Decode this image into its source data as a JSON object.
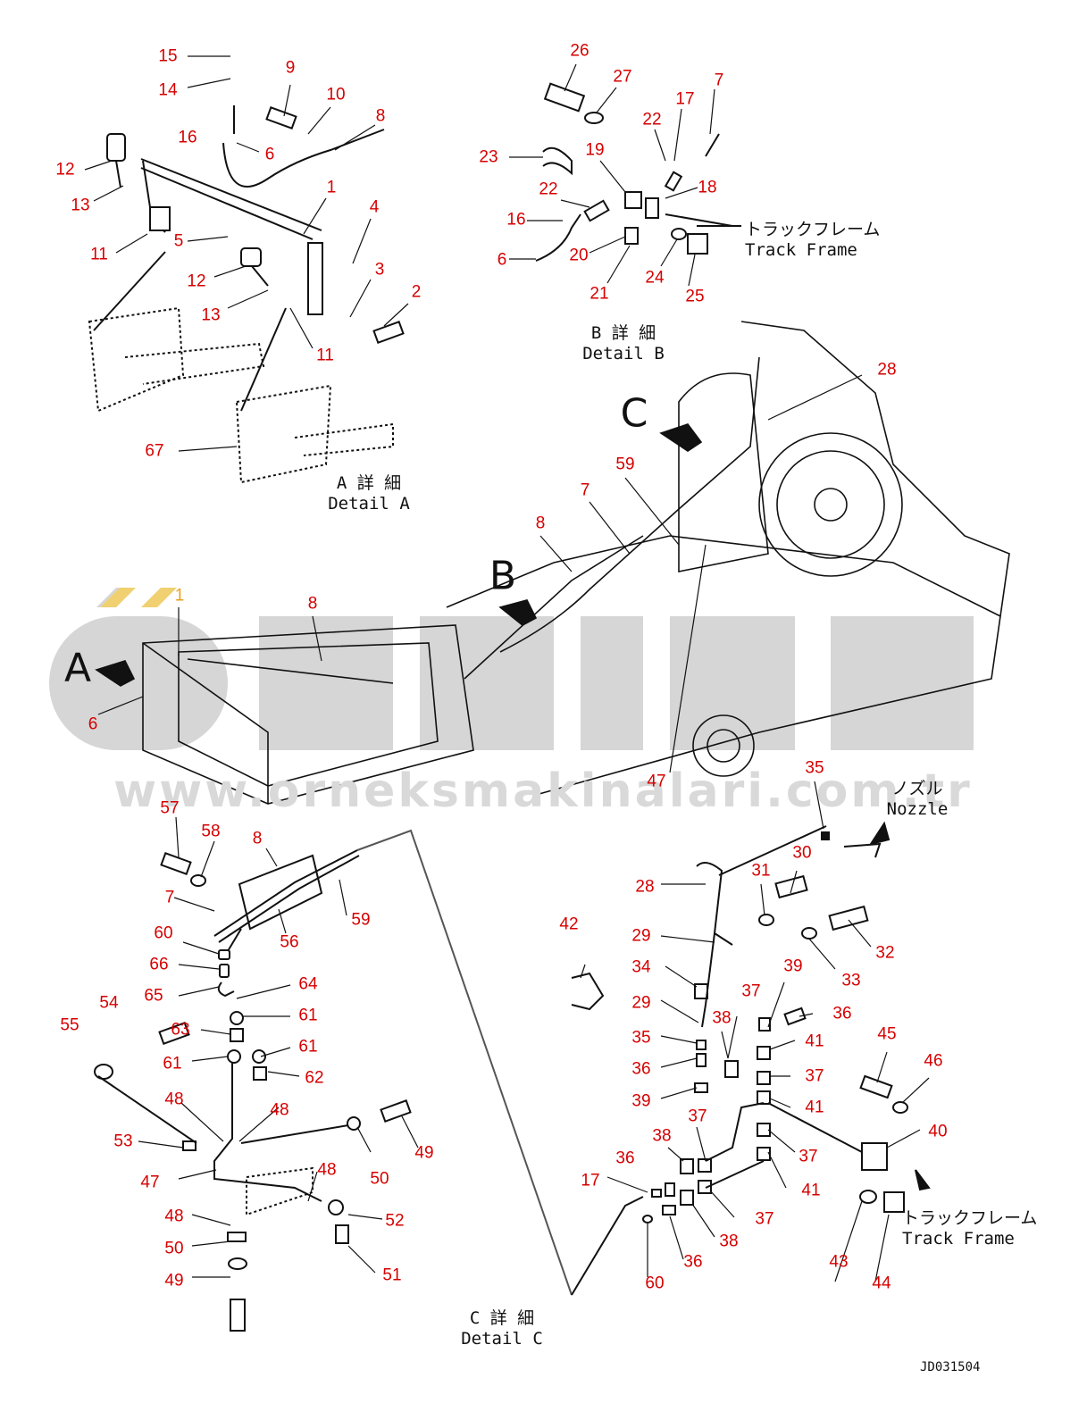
{
  "watermark": {
    "brand": "ÖRNEK",
    "url": "www.orneksmakinalari.com.tr",
    "color": "#d9d9d9"
  },
  "view_letters": [
    "A",
    "B",
    "C"
  ],
  "details": {
    "a": {
      "jp": "A 詳 細",
      "en": "Detail A"
    },
    "b": {
      "jp": "B 詳 細",
      "en": "Detail B"
    },
    "c": {
      "jp": "C 詳 細",
      "en": "Detail C"
    }
  },
  "notes": {
    "track_frame_1": {
      "jp": "トラックフレーム",
      "en": "Track Frame"
    },
    "nozzle": {
      "jp": "ノズル",
      "en": "Nozzle"
    },
    "track_frame_2": {
      "jp": "トラックフレーム",
      "en": "Track Frame"
    }
  },
  "drawing_code": "JD031504",
  "callout_color": "#d60000",
  "callouts": {
    "a": [
      "15",
      "14",
      "9",
      "10",
      "8",
      "16",
      "6",
      "12",
      "13",
      "11",
      "1",
      "4",
      "5",
      "12",
      "3",
      "13",
      "2",
      "11",
      "67"
    ],
    "b": [
      "26",
      "27",
      "17",
      "7",
      "22",
      "23",
      "19",
      "18",
      "22",
      "16",
      "6",
      "20",
      "21",
      "24",
      "25"
    ],
    "main": [
      "28",
      "59",
      "7",
      "8",
      "1",
      "8",
      "6"
    ],
    "c_left": [
      "57",
      "58",
      "8",
      "7",
      "59",
      "56",
      "60",
      "66",
      "65",
      "64",
      "61",
      "54",
      "63",
      "55",
      "61",
      "61",
      "62",
      "48",
      "48",
      "53",
      "50",
      "49",
      "47",
      "48",
      "48",
      "52",
      "50",
      "51",
      "49"
    ],
    "c_right": [
      "35",
      "47",
      "31",
      "30",
      "28",
      "32",
      "33",
      "29",
      "42",
      "34",
      "39",
      "29",
      "37",
      "36",
      "38",
      "35",
      "41",
      "45",
      "46",
      "36",
      "37",
      "39",
      "41",
      "37",
      "40",
      "38",
      "37",
      "36",
      "17",
      "41",
      "37",
      "38",
      "36",
      "60",
      "43",
      "44"
    ]
  }
}
